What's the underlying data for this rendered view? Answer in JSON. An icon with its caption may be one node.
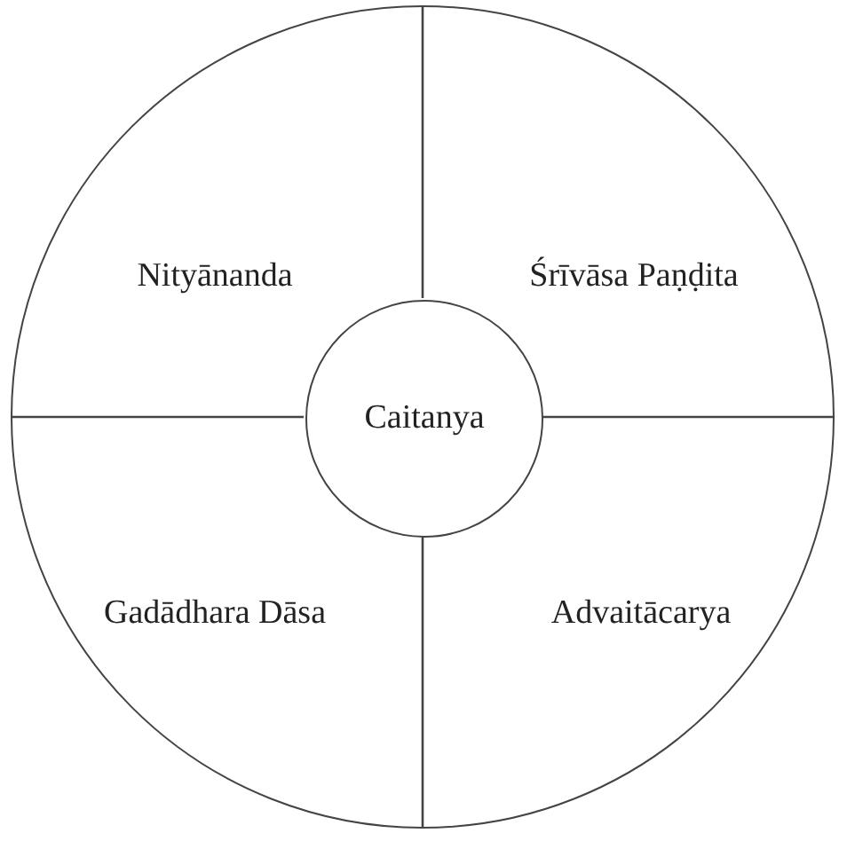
{
  "diagram": {
    "nodes": [
      {
        "text": [],
        "shape": "circle"
      },
      {
        "text": [
          "Nityānanda"
        ],
        "in": 0
      },
      {
        "text": [
          "Śrīvāsa Paṇḍita"
        ],
        "in": 0
      },
      {
        "text": [
          "Gadādhara Dāsa"
        ],
        "in": 0
      },
      {
        "text": [
          "Advaitācarya"
        ],
        "in": 0
      },
      {
        "text": [
          "Caitanya"
        ],
        "in": 0
      }
    ],
    "edges": []
  }
}
